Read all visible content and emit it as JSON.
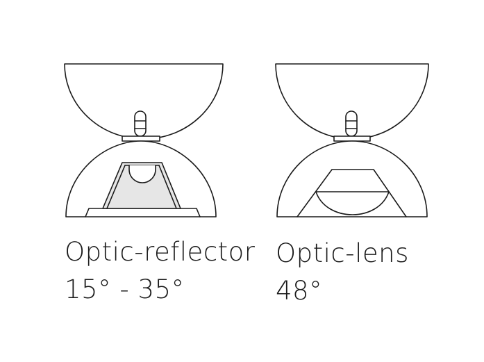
{
  "left_fixture": {
    "name": "Optic-reflector",
    "angle": "15° - 35°"
  },
  "right_fixture": {
    "name": "Optic-lens",
    "angle": "48°"
  },
  "colors": {
    "line": "#1a1a1a",
    "reflector_fill": "#e6e6e6",
    "background": "#ffffff"
  }
}
